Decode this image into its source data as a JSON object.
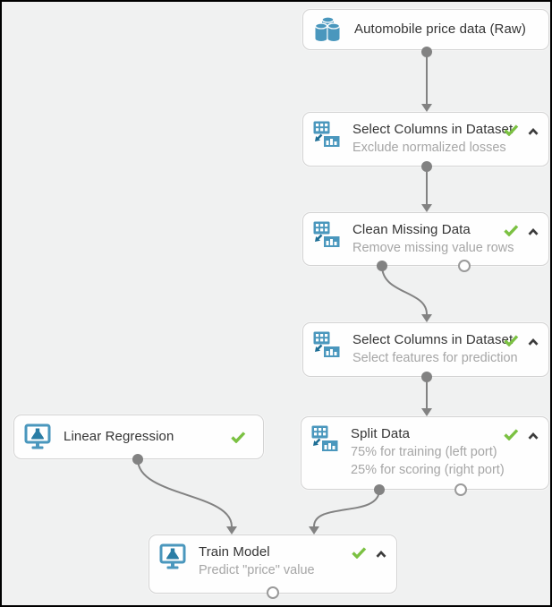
{
  "canvas": {
    "kind": "machine-learning experiment canvas",
    "background_color": "#f0f1f1",
    "frame_color": "#000000"
  },
  "colors": {
    "icon_blue": "#4a97bd",
    "icon_blue_dark": "#1d6e95",
    "check_green": "#7bc142",
    "connector_gray": "#828282",
    "title_text": "#343434",
    "subtitle_text": "#a6a6a6",
    "node_border": "#d3d3d3",
    "node_background": "#fefefe"
  },
  "nodes": [
    {
      "title": "Automobile price data (Raw)",
      "subtitles": [],
      "icon": "dataset-icon",
      "status": ""
    },
    {
      "title": "Select Columns in Dataset",
      "subtitles": [
        "Exclude normalized losses"
      ],
      "icon": "transform-icon",
      "status": "completed"
    },
    {
      "title": "Clean Missing Data",
      "subtitles": [
        "Remove missing value rows"
      ],
      "icon": "transform-icon",
      "status": "completed"
    },
    {
      "title": "Select Columns in Dataset",
      "subtitles": [
        "Select features for prediction"
      ],
      "icon": "transform-icon",
      "status": "completed"
    },
    {
      "title": "Split Data",
      "subtitles": [
        "75% for training (left port)",
        "25% for scoring (right port)"
      ],
      "icon": "transform-icon",
      "status": "completed"
    },
    {
      "title": "Linear Regression",
      "subtitles": [],
      "icon": "model-icon",
      "status": "completed"
    },
    {
      "title": "Train Model",
      "subtitles": [
        "Predict \"price\" value"
      ],
      "icon": "model-icon",
      "status": "completed"
    }
  ],
  "connections": [
    {
      "from": "Automobile price data (Raw)",
      "to": "Select Columns in Dataset (Exclude normalized losses)"
    },
    {
      "from": "Select Columns in Dataset (Exclude normalized losses)",
      "to": "Clean Missing Data"
    },
    {
      "from": "Clean Missing Data (left port)",
      "to": "Select Columns in Dataset (Select features for prediction)"
    },
    {
      "from": "Select Columns in Dataset (Select features for prediction)",
      "to": "Split Data"
    },
    {
      "from": "Split Data (left port)",
      "to": "Train Model (right input)"
    },
    {
      "from": "Linear Regression",
      "to": "Train Model (left input)"
    }
  ]
}
